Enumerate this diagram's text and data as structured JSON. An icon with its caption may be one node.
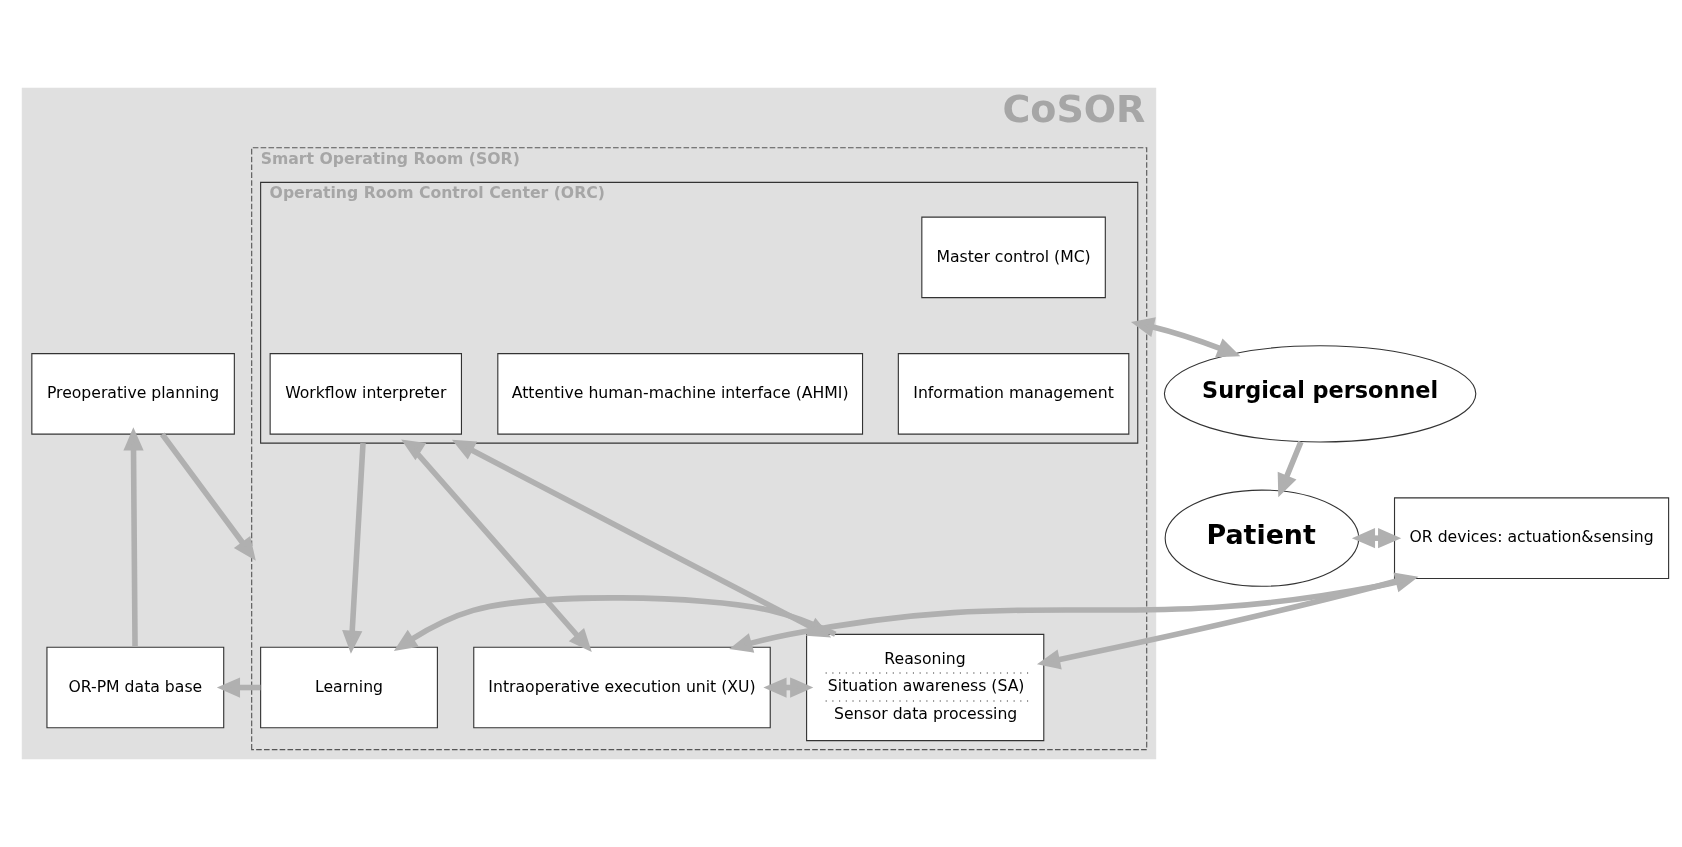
{
  "diagram": {
    "nodes": [
      {
        "text": [
          "CoSOR"
        ]
      },
      {
        "text": [
          "Smart Operating Room (SOR)"
        ],
        "in": 0
      },
      {
        "text": [
          "Operating Room Control Center (ORC)"
        ],
        "in": 1
      },
      {
        "text": [
          "Master control (MC)"
        ],
        "in": 2
      },
      {
        "text": [
          "Attentive human-machine interface (AHMI)"
        ],
        "in": 2
      },
      {
        "text": [
          "Information management"
        ],
        "in": 2
      },
      {
        "text": [
          "Workflow interpreter"
        ],
        "in": 2
      },
      {
        "text": [
          "Intraoperative execution unit (XU)"
        ],
        "in": 1
      },
      {
        "text": [
          "Reasoning",
          "Situation awareness (SA)",
          "Sensor data processing"
        ],
        "in": 1
      },
      {
        "text": [
          "Learning"
        ],
        "in": 1
      },
      {
        "text": [
          "Preoperative planning"
        ],
        "in": 0
      },
      {
        "text": [
          "OR-PM data base"
        ],
        "in": 0
      },
      {
        "text": [
          "Surgical personnel"
        ]
      },
      {
        "text": [
          "Patient"
        ]
      },
      {
        "text": [
          "OR devices: actuation&sensing"
        ]
      }
    ],
    "edges": [
      {
        "from": 12,
        "to": 2,
        "arrow": "both"
      },
      {
        "from": 12,
        "to": 13,
        "arrow": "to"
      },
      {
        "from": 13,
        "to": 14,
        "arrow": "both"
      },
      {
        "from": 14,
        "to": 7,
        "arrow": "both"
      },
      {
        "from": 14,
        "to": 8,
        "arrow": "to"
      },
      {
        "from": 2,
        "to": 7,
        "arrow": "both"
      },
      {
        "from": 2,
        "to": 8,
        "arrow": "both"
      },
      {
        "from": 2,
        "to": 9,
        "arrow": "to"
      },
      {
        "from": 7,
        "to": 8,
        "arrow": "both"
      },
      {
        "from": 8,
        "to": 9,
        "arrow": "to"
      },
      {
        "from": 9,
        "to": 11,
        "arrow": "to"
      },
      {
        "from": 11,
        "to": 10,
        "arrow": "to"
      },
      {
        "from": 10,
        "to": 1,
        "arrow": "to"
      }
    ]
  }
}
